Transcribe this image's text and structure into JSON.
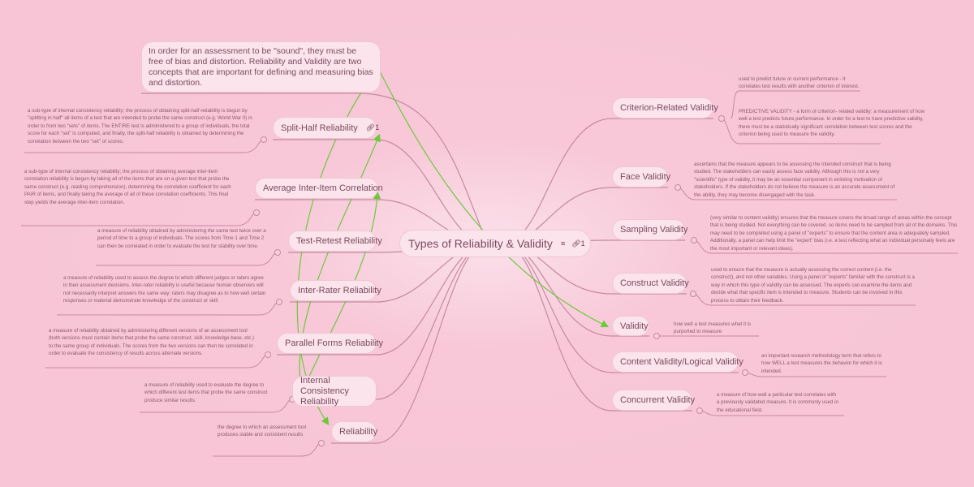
{
  "central": {
    "label": "Types of Reliability & Validity",
    "notes_icon": "notes-icon",
    "link_count": "1"
  },
  "intro": "In order for an assessment to be \"sound\", they must be free of bias and distortion. Reliability and Validity are two concepts that are important for defining and measuring bias and distortion.",
  "left": [
    {
      "label": "Split-Half Reliability",
      "link_count": "1",
      "note": "a sub-type of internal consistency reliability; the process of obtaining split-half reliability is begun by \"splitting in half\" all items of a test that are intended to probe the same construct (e.g. World War II) in order to from two \"sets\" of items. The ENTIRE test is administered to a group of individuals, the total score for each \"set\" is computed, and finally, the split-half reliability is obtained by determining the correlation between the two \"set\" of scores."
    },
    {
      "label": "Average Inter-Item Correlation",
      "note": "a sub-type of internal consistency reliability; the process of obtaining average inter-item correlation reliability is begun by taking all of the items that are on a given test that probe the same construct (e.g. reading comprehension), determining the correlation coefficient for each PAIR of items, and finally taking the average of all of these correlation coefficients. This final step yields the average inter-item correlation."
    },
    {
      "label": "Test-Retest Reliability",
      "note": "a measure of reliability obtained by administering the same test twice over a period of time to a group of individuals. The scores from Time 1 and Time 2 can then be correlated in order to evaluate the test for stability over time."
    },
    {
      "label": "Inter-Rater Reliability",
      "note": "a measure of reliability used to assess the degree to which different judges or raters agree in their assessment decisions. Inter-rater reliability is useful because human observers will not necessarily interpret answers the same way; raters may disagree as to how well certain responses or material demonstrate knowledge of the construct or skill"
    },
    {
      "label": "Parallel Forms Reliability",
      "note": "a measure of reliability obtained by administering different versions of an assessment tool (both versions must contain items that probe the same construct, skill, knowledge base, etc.) to the same group of individuals. The scores from the two versions can then be correlated in order to evaluate the consistency of results across alternate versions."
    },
    {
      "label": "Internal Consistency Reliability",
      "note": "a measure of reliability used to evaluate the degree to which different test items that probe the same construct produce similar results."
    },
    {
      "label": "Reliability",
      "note": "the degree to which an assessment tool produces stable and consistent results"
    }
  ],
  "right": [
    {
      "label": "Criterion-Related Validity",
      "note": "used to predict future or current performance - it correlates test results with another criterion of interest.",
      "note2": "PREDICTIVE VALIDITY - a form of criterion- related validity: a measurement of how well a test predicts future performance. In order for a test to have predictive validity, there must be a statistically significant correlation between test scores and the criterion being used to measure the validity."
    },
    {
      "label": "Face Validity",
      "note": "ascertains that the measure appears to be assessing the intended construct that is being studied. The stakeholders can easily assess face validity. Although this is not a very \"scientific\" type of validity, it may be an essential component in enlisting motivation of stakeholders. If the stakeholders do not believe the measure is an accurate assessment of the ability, they may become disengaged with the task."
    },
    {
      "label": "Sampling Validity",
      "note": "(very similar to content validity) ensures that the measure covers the broad range of areas within the concept that is being studied. Not everything can be covered, so items need to be sampled from all of the domains. This may need to be completed using a panel of \"experts\" to ensure that the content area is adequately sampled. Additionally, a panel can help limit the \"expert\" bias (i.e. a test reflecting what an individual personally feels are the most important or relevant ideas)."
    },
    {
      "label": "Construct Validity",
      "note": "used to ensure that the measure is actually assessing the correct content (i.e. the construct), and not other variables. Using a panel of \"experts\" familiar with the construct is a way in which this type of validity can be assessed. The experts can examine the items and decide what that specific item is intended to measure. Students can be involved in this process to obtain their feedback."
    },
    {
      "label": "Validity",
      "note": "how well a test measures what it is purported to measure"
    },
    {
      "label": "Content Validity/Logical Validity",
      "note": "an important research methodology term that refers to how WELL a test measures the behavior for which it is intended."
    },
    {
      "label": "Concurrent Validity",
      "note": "a measure of how well a particular test correlates with a previously validated measure. It is commonly used in the educational field."
    }
  ],
  "colors": {
    "line": "#c48aa0",
    "arrow": "#6cc93a",
    "node": "#fbe4ec",
    "text": "#7a4a5e"
  }
}
